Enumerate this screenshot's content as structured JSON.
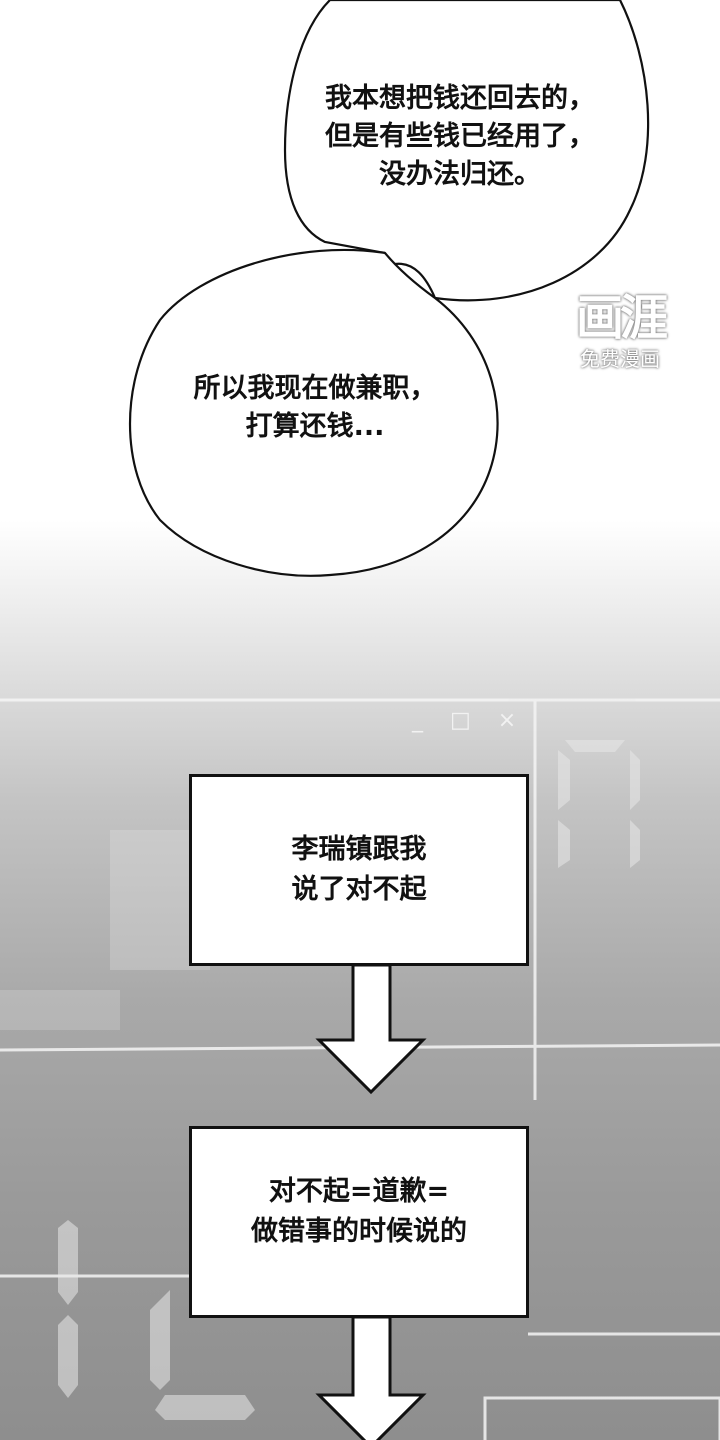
{
  "bubbles": [
    {
      "lines": [
        "我本想把钱还回去的，",
        "但是有些钱已经用了，",
        "没办法归还。"
      ]
    },
    {
      "lines": [
        "所以我现在做兼职，",
        "打算还钱..."
      ]
    }
  ],
  "watermark": {
    "logo": "画涯",
    "subtitle": "免费漫画"
  },
  "window_controls": "_ □ ×",
  "flow_boxes": [
    {
      "lines": [
        "李瑞镇跟我",
        "说了对不起"
      ]
    },
    {
      "lines": [
        "对不起=道歉=",
        "做错事的时候说的"
      ]
    }
  ],
  "colors": {
    "ink": "#111111",
    "panel": "#ffffff",
    "background_gray": "#9a9a9a"
  }
}
